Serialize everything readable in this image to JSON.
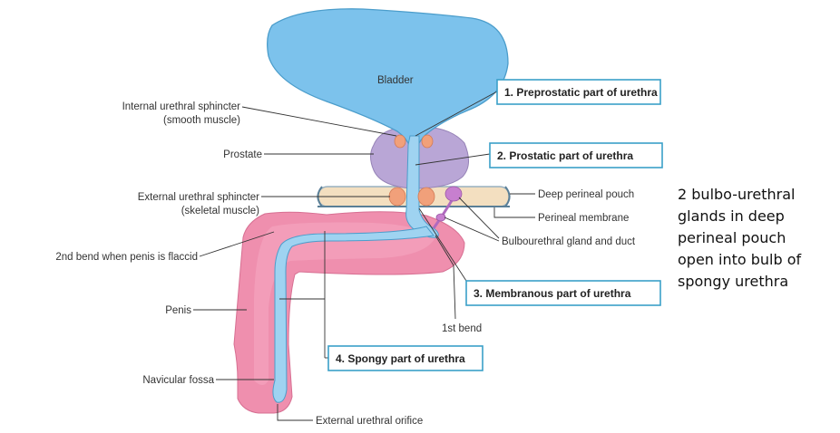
{
  "labels": {
    "bladder": "Bladder",
    "internal_sphincter_1": "Internal urethral sphincter",
    "internal_sphincter_2": "(smooth muscle)",
    "prostate": "Prostate",
    "external_sphincter_1": "External urethral sphincter",
    "external_sphincter_2": "(skeletal muscle)",
    "second_bend": "2nd bend when penis is flaccid",
    "penis": "Penis",
    "navicular_fossa": "Navicular fossa",
    "external_orifice": "External urethral orifice",
    "first_bend": "1st bend",
    "deep_perineal_pouch": "Deep perineal pouch",
    "perineal_membrane": "Perineal membrane",
    "bulbourethral": "Bulbourethral gland and duct"
  },
  "urethra_parts": [
    "1. Preprostatic part of urethra",
    "2. Prostatic part of urethra",
    "3. Membranous part of urethra",
    "4. Spongy part of urethra"
  ],
  "side_note": [
    "2 bulbo-urethral",
    "glands in deep",
    "perineal pouch",
    "open into bulb of",
    "spongy urethra"
  ],
  "colors": {
    "bladder": "#7cc2ec",
    "prostate": "#b9a6d6",
    "spongy_tissue": "#ef8fae",
    "urethra": "#9fd3f1",
    "sphincter": "#f1a07a",
    "pouch": "#f3dfc0",
    "gland": "#c77fcf",
    "box_border": "#3aa0c8"
  }
}
